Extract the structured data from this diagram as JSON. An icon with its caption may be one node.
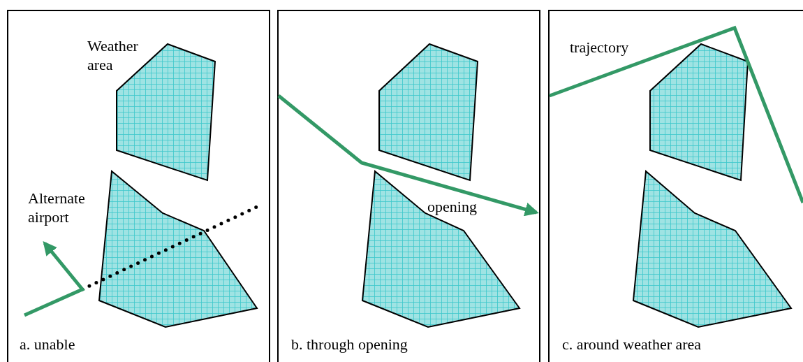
{
  "diagram": {
    "nodes": [
      {
        "text": [
          "a. unable"
        ]
      },
      {
        "text": [
          "b. through opening"
        ]
      },
      {
        "text": [
          "c. around weather area"
        ]
      }
    ],
    "labels": [
      "Weather area",
      "Alternate airport",
      "opening",
      "trajectory"
    ]
  }
}
